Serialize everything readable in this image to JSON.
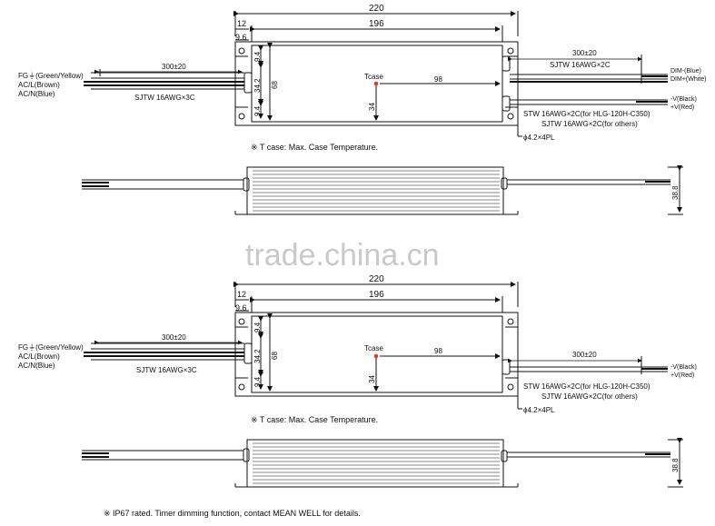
{
  "top": {
    "dim_220": "220",
    "dim_196": "196",
    "dim_12": "12",
    "dim_9_6": "9.6",
    "dim_9_4_top": "9.4",
    "dim_34_2": "34.2",
    "dim_68": "68",
    "dim_9_4_bot": "9.4",
    "dim_34": "34",
    "dim_98": "98",
    "tcase_label": "Tcase",
    "input_len": "300±20",
    "output_len": "300±20",
    "fg_label": "FG⏚(Green/Yellow)",
    "acl_label": "AC/L(Brown)",
    "acn_label": "AC/N(Blue)",
    "input_cable": "SJTW 16AWG×3C",
    "output_cable_top": "SJTW 16AWG×2C",
    "dim_minus": "DIM-(Blue)",
    "dim_plus": "DIM+(White)",
    "vminus": "-V(Black)",
    "vplus": "+V(Red)",
    "output_cable_note1": "STW 16AWG×2C(for HLG-120H-C350)",
    "output_cable_note2": "SJTW 16AWG×2C(for others)",
    "hole": "ϕ4.2×4PL",
    "tcase_note": "※ T case: Max. Case Temperature.",
    "height": "38.8"
  },
  "bottom": {
    "dim_220": "220",
    "dim_196": "196",
    "dim_12": "12",
    "dim_9_6": "9.6",
    "dim_9_4_top": "9.4",
    "dim_34_2": "34.2",
    "dim_68": "68",
    "dim_9_4_bot": "9.4",
    "dim_34": "34",
    "dim_98": "98",
    "tcase_label": "Tcase",
    "input_len": "300±20",
    "output_len": "300±20",
    "fg_label": "FG⏚(Green/Yellow)",
    "acl_label": "AC/L(Brown)",
    "acn_label": "AC/N(Blue)",
    "input_cable": "SJTW 16AWG×3C",
    "vminus": "-V(Black)",
    "vplus": "+V(Red)",
    "output_cable_note1": "STW 16AWG×2C(for HLG-120H-C350)",
    "output_cable_note2": "SJTW 16AWG×2C(for others)",
    "hole": "ϕ4.2×4PL",
    "tcase_note": "※ T case: Max. Case Temperature.",
    "height": "38.8"
  },
  "watermark": "trade.china.cn",
  "footer_note": "※ IP67 rated. Timer dimming function, contact MEAN WELL for details.",
  "colors": {
    "line": "#111111",
    "tcase_dot": "#e03b1c",
    "watermark": "#c9c9c9"
  }
}
